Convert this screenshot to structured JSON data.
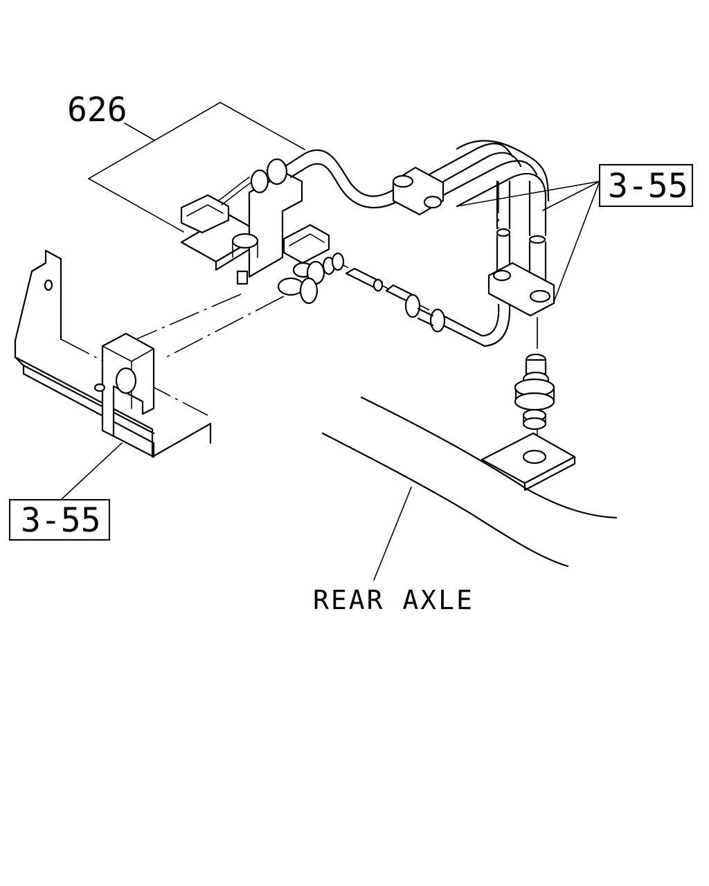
{
  "labels": {
    "part_626": "626",
    "ref_top": "3-55",
    "ref_bottom": "3-55",
    "rear_axle": "REAR AXLE"
  }
}
